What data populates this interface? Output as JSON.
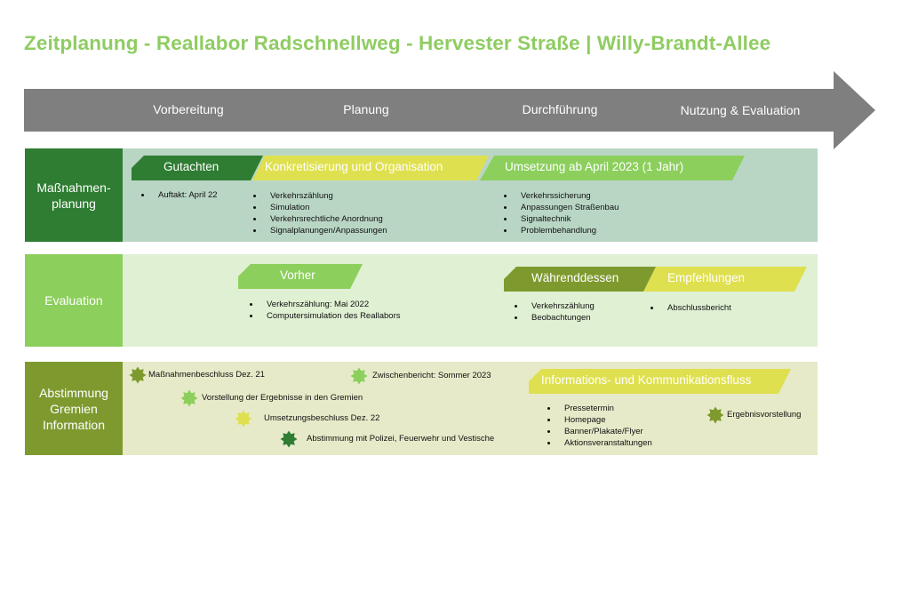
{
  "title": "Zeitplanung - Reallabor Radschnellweg - Hervester Straße | Willy-Brandt-Allee",
  "phases": [
    "Vorbereitung",
    "Planung",
    "Durchführung",
    "Nutzung & Evaluation"
  ],
  "colors": {
    "title": "#8fcc62",
    "arrow": "#7f7f7f",
    "dark_green": "#2e7d32",
    "mid_green": "#8ccf5c",
    "olive": "#7e9a2f",
    "yellow": "#dfe04f",
    "lane1_bg": "#b9d6c5",
    "lane2_bg": "#dff0d3",
    "lane3_bg": "#e6eac8"
  },
  "lanes": [
    {
      "name": "Maßnahmen-\nplanung",
      "tags": [
        "Gutachten",
        "Konkretisierung und Organisation",
        "Umsetzung ab April 2023 (1 Jahr)"
      ],
      "lists": [
        [
          "Auftakt: April 22"
        ],
        [
          "Verkehrszählung",
          "Simulation",
          "Verkehrsrechtliche Anordnung",
          "Signalplanungen/Anpassungen"
        ],
        [
          "Verkehrssicherung",
          "Anpassungen Straßenbau",
          "Signaltechnik",
          "Problembehandlung"
        ]
      ]
    },
    {
      "name": "Evaluation",
      "tags": [
        "Vorher",
        "Währenddessen",
        "Empfehlungen"
      ],
      "lists": [
        [
          "Verkehrszählung: Mai 2022",
          "Computersimulation des Reallabors"
        ],
        [
          "Verkehrszählung",
          "Beobachtungen"
        ],
        [
          "Abschlussbericht"
        ]
      ]
    },
    {
      "name": "Abstimmung\nGremien\nInformation",
      "tags": [
        "Informations- und Kommunikationsfluss"
      ],
      "milestones": [
        {
          "label": "Maßnahmenbeschluss Dez. 21",
          "icon": "star-badge-icon",
          "color": "#7e9a2f"
        },
        {
          "label": "Zwischenbericht: Sommer 2023",
          "icon": "star-badge-icon",
          "color": "#8ccf5c"
        },
        {
          "label": "Vorstellung der Ergebnisse in den Gremien",
          "icon": "star-badge-icon",
          "color": "#8ccf5c"
        },
        {
          "label": "Umsetzungsbeschluss Dez. 22",
          "icon": "star-badge-icon",
          "color": "#dfe04f"
        },
        {
          "label": "Abstimmung mit Polizei, Feuerwehr und Vestische",
          "icon": "star-badge-icon",
          "color": "#2e7d32"
        },
        {
          "label": "Ergebnisvorstellung",
          "icon": "star-badge-icon",
          "color": "#7e9a2f"
        }
      ],
      "lists": [
        [
          "Pressetermin",
          "Homepage",
          "Banner/Plakate/Flyer",
          "Aktionsveranstaltungen"
        ]
      ]
    }
  ]
}
